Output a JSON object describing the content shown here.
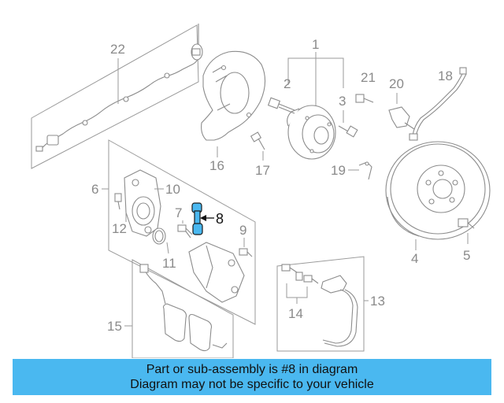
{
  "callouts": {
    "c1": "1",
    "c2": "2",
    "c3": "3",
    "c4": "4",
    "c5": "5",
    "c6": "6",
    "c7": "7",
    "c8": "8",
    "c9": "9",
    "c10": "10",
    "c11": "11",
    "c12": "12",
    "c13": "13",
    "c14": "14",
    "c15": "15",
    "c16": "16",
    "c17": "17",
    "c18": "18",
    "c19": "19",
    "c20": "20",
    "c21": "21",
    "c22": "22"
  },
  "highlight": {
    "part": "8",
    "color": "#4ab8f0"
  },
  "banner": {
    "line1": "Part or sub-assembly is #8 in diagram",
    "line2": "Diagram may not be specific to your vehicle",
    "color": "#4ab8f0"
  }
}
